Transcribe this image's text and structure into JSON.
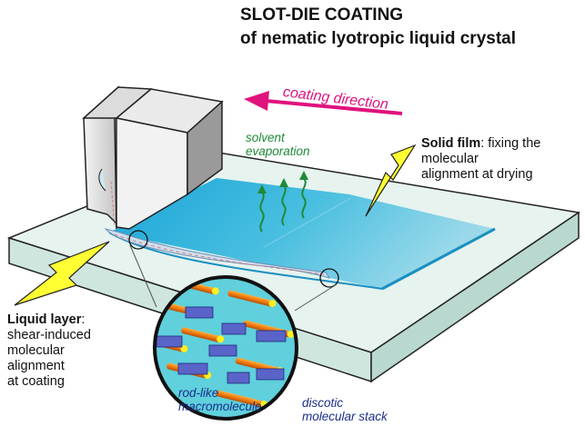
{
  "title": {
    "line1": "SLOT-DIE COATING",
    "line2": "of nematic lyotropic liquid crystal"
  },
  "labels": {
    "coating_direction": "coating direction",
    "solvent_line1": "solvent",
    "solvent_line2": "evaporation",
    "solid_title": "Solid film",
    "solid_line1": ": fixing the molecular",
    "solid_line2": "alignment at drying",
    "liquid_title": "Liquid layer",
    "liquid_colon": ":",
    "liquid_line1": "shear-induced",
    "liquid_line2": "molecular",
    "liquid_line3": "alignment",
    "liquid_line4": "at coating",
    "rod_line1": "rod-like",
    "rod_line2": "macromolecule",
    "disc_line1": "discotic",
    "disc_line2": "molecular stack"
  },
  "colors": {
    "arrow_magenta": "#e0127e",
    "solvent_green": "#1f8a3a",
    "label_navy": "#1c2f8c",
    "film_blue": "#3bb8dc",
    "substrate": "#e6f3ef",
    "yellow_arrow": "#ffff33"
  }
}
